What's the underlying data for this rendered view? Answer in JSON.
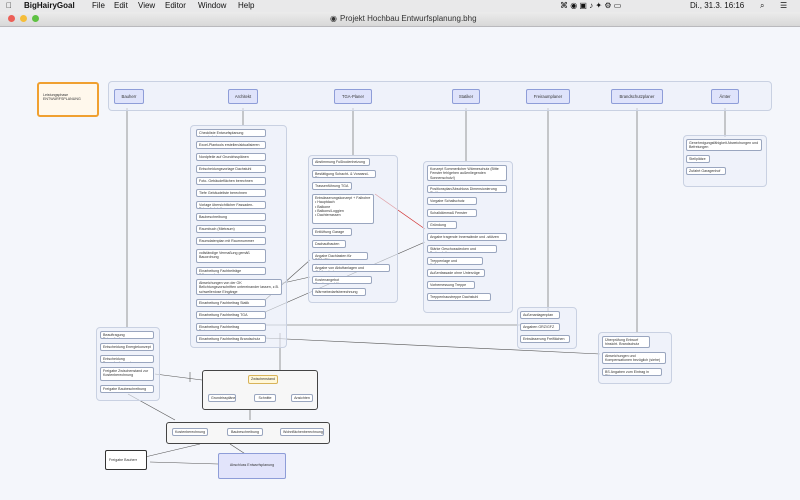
{
  "menubar": {
    "app_name": "BigHairyGoal",
    "menus": [
      "File",
      "Edit",
      "View",
      "Editor",
      "Window",
      "Help"
    ],
    "status_clock": "Di., 31.3. 16:16"
  },
  "window": {
    "title": "Projekt Hochbau Entwurfsplanung.bhg"
  },
  "canvas": {
    "phase_box": "Leistungsphase ENTWURFSPLANUNG",
    "headers": [
      "Bauherr",
      "Architekt",
      "TGA-Planer",
      "Statiker",
      "Freiraumplaner",
      "Brandschutzplaner",
      "Ämter"
    ],
    "architekt_tasks": [
      "Checkliste Entwurfsplanung herunterladen",
      "Excel-Plantools erstellen/aktualisieren",
      "Nordpfeile auf Grundrissplänen",
      "Entscheidungsvorlage Dachstuhl",
      "Foto- Gebäudeflächen berechnen",
      "Tiefe Gebäudeliste berechnen",
      "Vorlage übersichtlicher Fassaden-Entwurfsdetails",
      "Baubeschreibung",
      "Raumbuch (Mietraum)",
      "Raumdatenplan mit Raumnummer",
      "vollständige Vermaßung gemäß Bauordnung",
      "Einarbeitung Fachbeiträge Wärmeschutz",
      "Abweichungen von der OK Belichtungsvorschriften untereinander lassen, z.B. schwellenlose Eingänge",
      "Einarbeitung Fachbeitrag Statik",
      "Einarbeitung Fachbeitrag TGA",
      "Einarbeitung Fachbeitrag Freiraumplaner",
      "Einarbeitung Fachbeitrag Brandschutz"
    ],
    "tga_tasks": [
      "Abstimmung Fußbodenheizung",
      "Bestätigung Schacht- & Vorwand-Dimensionen",
      "Trassenführung TGA",
      "Entwässerungskonzept + Fallrohre",
      "Entlüftung Garage",
      "Dachaufbauten",
      "Angabe Dachlasten für TGA+PV",
      "Angabe von Abluftanlagen und Abhängdecken",
      "Kostenangebot Sonderanschlüsse",
      "Wärmebedarfsberechnung"
    ],
    "tga_subitems": [
      "Hauptdach",
      "Balkone",
      "Balkons/Loggien",
      "Dachterrassen"
    ],
    "statik_tasks": [
      "Konzept Sommerlicher Wärmeschutz (Bitte Fenster fehlgehen außenliegenden Sonnenschutz!)",
      "Positionsplan/Abschluss Dimensionierung Statik",
      "Vorgabe Schallschutz",
      "Schalldämmaß Fenster",
      "Gründung",
      "Angabe tragende Innenwände und -stützen",
      "Stärke Geschossdecken und Bodenplatte",
      "Treppenlage und Kellergeschoss",
      "Außenfassade ohne Unterzüge",
      "Vorbemessung Treppe",
      "Treppenhaustreppe Dachstuhl"
    ],
    "freiraum_tasks": [
      "Außenanlagenplan",
      "Angaben GRZ/GFZ",
      "Entwässerung Freiflächen"
    ],
    "brandschutz_tasks": [
      "Überprüfung Entwurf hinsicht. Brandschutz",
      "Abweichungen und Kompensationen bezüglich (siehe)",
      "BS Angaben zum Eintrag in Pläne"
    ],
    "aemter_tasks": [
      "Genehmigungsfähigkeit Abweichungen und Befreiungen",
      "Stellplätze",
      "Zufahrt Garagenhof"
    ],
    "bauherr_tasks": [
      "Beauftragung Entwurfsplanung",
      "Entscheidung Energiekonzept",
      "Entscheidung Fassadenkonzept",
      "Freigabe Zwischenstand zur Kostenberechnung",
      "Freigabe Baubeschreibung"
    ],
    "zwischenstand_group": {
      "title": "Zwischenstand",
      "items": [
        "Grundrisspläne",
        "Schnitte",
        "Ansichten"
      ]
    },
    "kosten_group": [
      "Kostenberechnung",
      "Baubeschreibung",
      "Wohnflächenberechnung"
    ],
    "freigabe": "Freigabe Bauherr",
    "abschluss": "Abschluss Entwurfsplanung"
  },
  "colors": {
    "header_fill": "#dfe3fb",
    "phase_border": "#f0a030",
    "accent_red": "#d03030"
  }
}
